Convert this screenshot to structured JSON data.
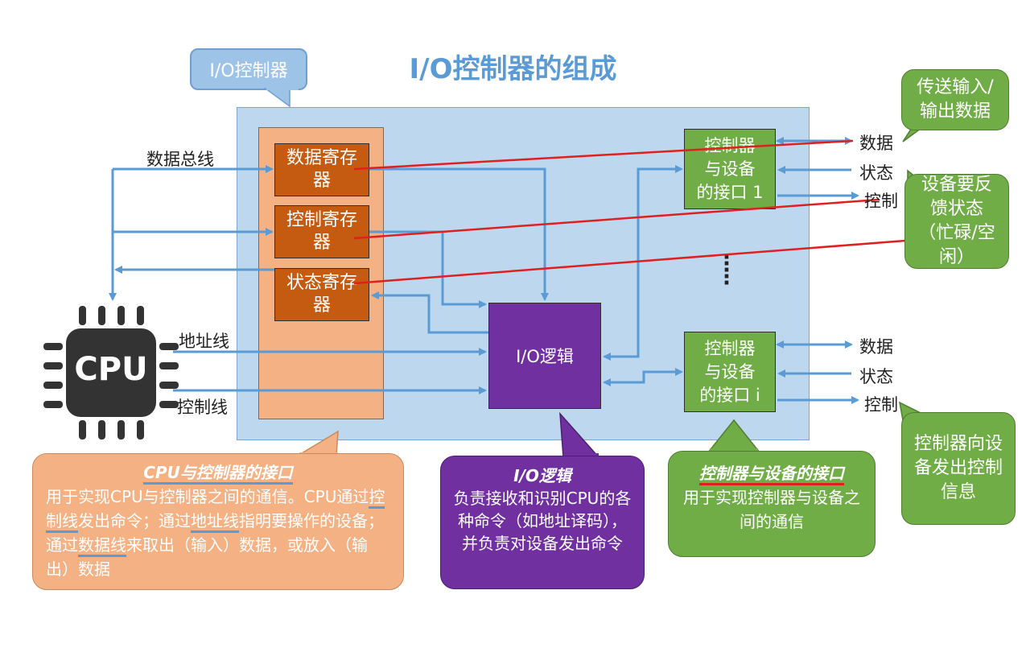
{
  "title": "I/O控制器的组成",
  "callout_label": "I/O控制器",
  "registers": {
    "data": "数据寄存器",
    "control": "控制寄存器",
    "status": "状态寄存器"
  },
  "io_logic": "I/O逻辑",
  "cpu_label": "CPU",
  "bus_labels": {
    "data_bus": "数据总线",
    "address_line": "地址线",
    "control_line": "控制线"
  },
  "device_interfaces": [
    {
      "label_line1": "控制器",
      "label_line2": "与设备",
      "label_line3": "的接口 1"
    },
    {
      "label_line1": "控制器",
      "label_line2": "与设备",
      "label_line3": "的接口 i"
    }
  ],
  "ellipsis": "⋮",
  "signal_labels": {
    "data": "数据",
    "status": "状态",
    "control": "控制"
  },
  "bubbles": {
    "transfer": "传送输入/输出数据",
    "feedback": "设备要反馈状态（忙碌/空闲）",
    "send_control": "控制器向设备发出控制信息",
    "cpu_if_title": "CPU与控制器的接口",
    "cpu_if_body_1": "用于实现CPU与控制器之间的通信。CPU通过",
    "cpu_if_kw_1": "控制线",
    "cpu_if_body_2": "发出命令；通过",
    "cpu_if_kw_2": "地址线",
    "cpu_if_body_3": "指明要操作的设备；通过",
    "cpu_if_kw_3": "数据线",
    "cpu_if_body_4": "来取出（输入）数据，或放入（输出）数据",
    "logic_title": "I/O逻辑",
    "logic_body": "负责接收和识别CPU的各种命令（如地址译码），并负责对设备发出命令",
    "dev_if_title": "控制器与设备的接口",
    "dev_if_body": "用于实现控制器与设备之间的通信"
  },
  "colors": {
    "title": "#5b9bd5",
    "arrow": "#5b9bd5",
    "red_line": "#e02020",
    "register": "#c55a11",
    "logic": "#7030a0",
    "interface": "#70ad47"
  }
}
